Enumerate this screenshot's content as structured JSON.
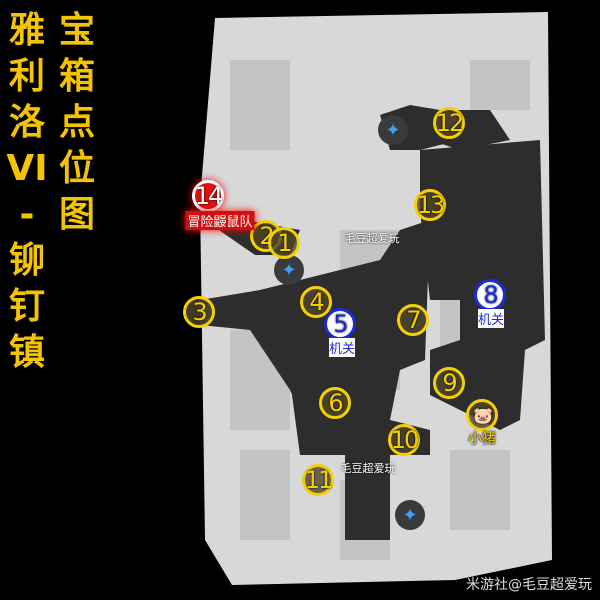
{
  "title": {
    "line1": [
      "雅",
      "利",
      "洛",
      "VI",
      "-",
      "铆",
      "钉",
      "镇"
    ],
    "line2": [
      "宝",
      "箱",
      "点",
      "位",
      "图"
    ]
  },
  "markers": [
    {
      "n": "1",
      "type": "chest"
    },
    {
      "n": "2",
      "type": "chest"
    },
    {
      "n": "3",
      "type": "chest"
    },
    {
      "n": "4",
      "type": "chest"
    },
    {
      "n": "5",
      "type": "mechanism",
      "label": "机关"
    },
    {
      "n": "6",
      "type": "chest"
    },
    {
      "n": "7",
      "type": "chest"
    },
    {
      "n": "8",
      "type": "mechanism",
      "label": "机关"
    },
    {
      "n": "9",
      "type": "chest"
    },
    {
      "n": "10",
      "type": "chest"
    },
    {
      "n": "11",
      "type": "chest"
    },
    {
      "n": "12",
      "type": "chest"
    },
    {
      "n": "13",
      "type": "chest"
    },
    {
      "n": "14",
      "type": "quest",
      "label": "冒险鼹鼠队"
    }
  ],
  "pig": {
    "label": "小猪"
  },
  "map_watermarks": [
    "毛豆超爱玩",
    "毛豆超爱玩"
  ],
  "watermark": "米游社@毛豆超爱玩",
  "colors": {
    "chest": "#f5d000",
    "mechanism": "#1a2bd8",
    "quest": "#e01010"
  }
}
